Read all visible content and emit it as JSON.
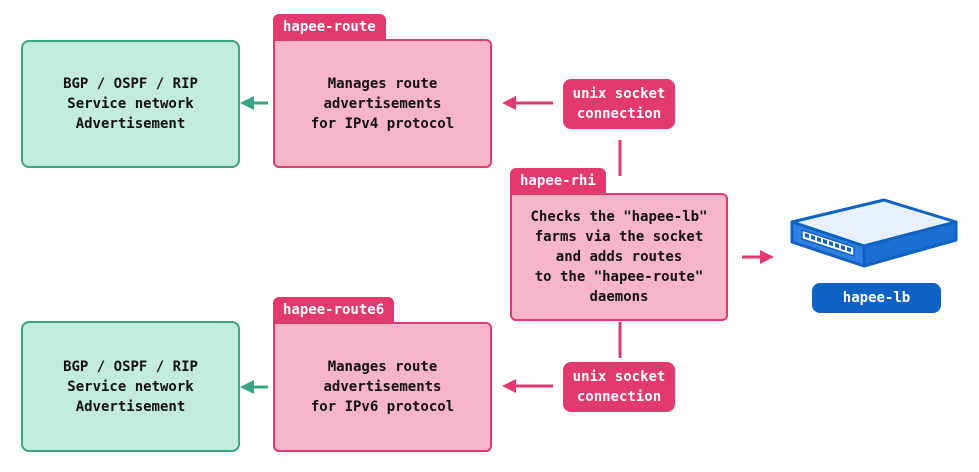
{
  "colors": {
    "pink_accent": "#e23a6e",
    "pink_fill": "#f6b5c8",
    "green_border": "#3aa585",
    "green_fill": "#c3ecdf",
    "blue": "#0f62c1"
  },
  "top_advert": {
    "lines": [
      "BGP / OSPF / RIP",
      "Service network",
      "Advertisement"
    ]
  },
  "bottom_advert": {
    "lines": [
      "BGP / OSPF / RIP",
      "Service network",
      "Advertisement"
    ]
  },
  "route4": {
    "tab": "hapee-route",
    "line1": "Manages route",
    "line2": "advertisements",
    "line3_prefix": "for ",
    "line3_bold": "IPv4",
    "line3_suffix": " protocol"
  },
  "route6": {
    "tab": "hapee-route6",
    "line1": "Manages route",
    "line2": "advertisements",
    "line3_prefix": "for ",
    "line3_bold": "IPv6",
    "line3_suffix": " protocol"
  },
  "socket_top": {
    "line1": "unix socket",
    "line2": "connection"
  },
  "socket_bottom": {
    "line1": "unix socket",
    "line2": "connection"
  },
  "rhi": {
    "tab": "hapee-rhi",
    "lines": [
      "Checks the \"hapee-lb\"",
      "farms via the socket",
      "and adds routes",
      "to the \"hapee-route\"",
      "daemons"
    ]
  },
  "lb": {
    "label": "hapee-lb",
    "icon": "network-switch-icon"
  }
}
